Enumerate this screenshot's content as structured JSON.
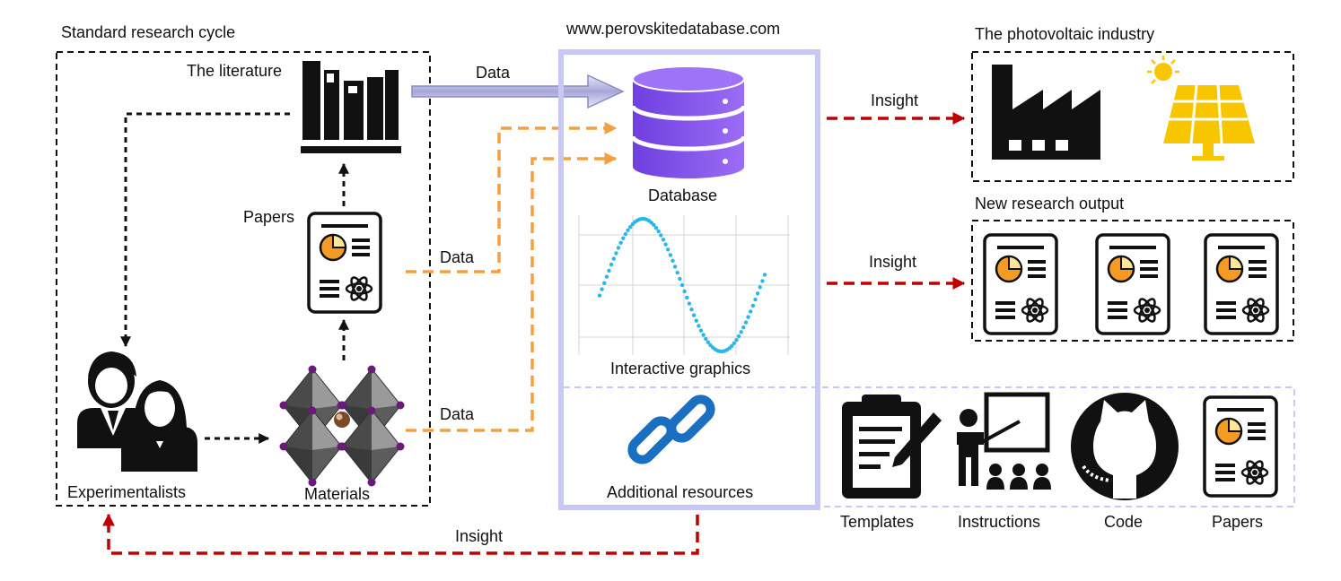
{
  "labels": {
    "research_cycle_title": "Standard research cycle",
    "literature": "The literature",
    "papers": "Papers",
    "experimentalists": "Experimentalists",
    "materials": "Materials",
    "website": "www.perovskitedatabase.com",
    "database": "Database",
    "interactive_graphics": "Interactive graphics",
    "additional_resources": "Additional resources",
    "pv_industry_title": "The photovoltaic industry",
    "new_research_title": "New research output",
    "templates": "Templates",
    "instructions": "Instructions",
    "code": "Code",
    "resources_papers": "Papers"
  },
  "arrows": {
    "data_literature": "Data",
    "data_papers": "Data",
    "data_materials": "Data",
    "insight_industry": "Insight",
    "insight_research": "Insight",
    "insight_experimentalists": "Insight"
  },
  "colors": {
    "black": "#111111",
    "data_arrow_orange": "#f5a040",
    "insight_arrow_red": "#c00000",
    "database_purple": "#8a5cf0",
    "website_box_lavender": "#c8c8f5",
    "curve_cyan": "#29b6e8",
    "link_blue": "#1a6fc0",
    "solar_yellow": "#f7c600",
    "pie_orange": "#f59a23"
  },
  "icons": [
    "books-icon",
    "paper-icon",
    "people-icon",
    "perovskite-crystal-icon",
    "database-icon",
    "chain-link-icon",
    "factory-icon",
    "sun-icon",
    "solar-panel-icon",
    "clipboard-icon",
    "teacher-icon",
    "github-icon"
  ]
}
